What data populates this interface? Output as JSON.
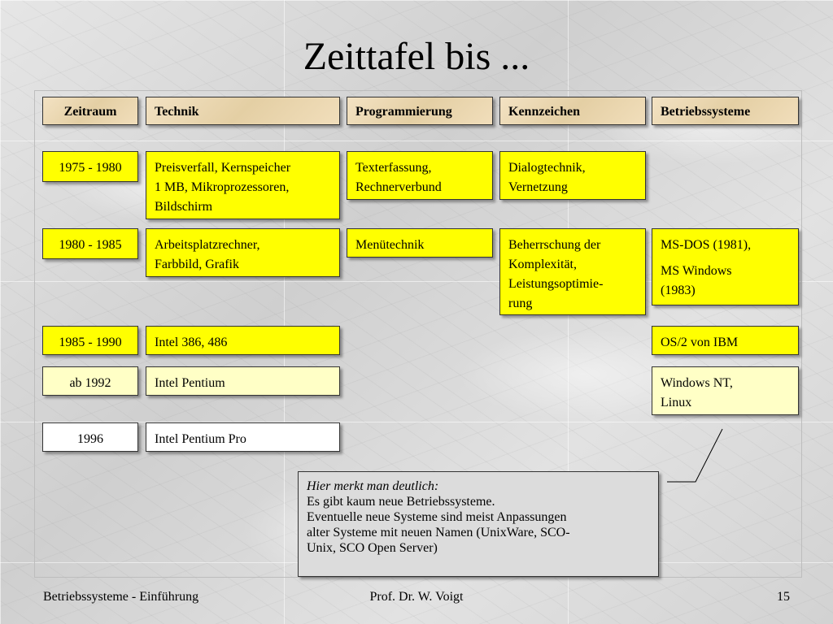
{
  "title": "Zeittafel bis ...",
  "headers": {
    "zeitraum": "Zeitraum",
    "technik": "Technik",
    "programmierung": "Programmierung",
    "kennzeichen": "Kennzeichen",
    "betriebssysteme": "Betriebssysteme"
  },
  "rows": [
    {
      "zeitraum": "1975 - 1980",
      "technik": [
        "Preisverfall, Kernspeicher",
        "1 MB, Mikroprozessoren,",
        "Bildschirm"
      ],
      "programmierung": [
        "Texterfassung,",
        "Rechnerverbund"
      ],
      "kennzeichen": [
        "Dialogtechnik,",
        "Vernetzung"
      ]
    },
    {
      "zeitraum": "1980 - 1985",
      "technik": [
        "Arbeitsplatzrechner,",
        "Farbbild, Grafik"
      ],
      "programmierung": [
        "Menütechnik"
      ],
      "kennzeichen": [
        "Beherrschung der",
        "Komplexität,",
        "Leistungsoptimie-",
        "rung"
      ],
      "betriebssysteme": [
        "MS-DOS (1981),",
        "MS Windows",
        "(1983)"
      ]
    },
    {
      "zeitraum": "1985 - 1990",
      "technik": [
        "Intel 386, 486"
      ],
      "betriebssysteme": [
        "OS/2 von IBM"
      ]
    },
    {
      "zeitraum": "ab 1992",
      "technik": [
        "Intel Pentium"
      ],
      "betriebssysteme": [
        "Windows NT,",
        "Linux"
      ]
    },
    {
      "zeitraum": "1996",
      "technik": [
        "Intel Pentium Pro"
      ]
    }
  ],
  "note": {
    "intro": "Hier merkt man deutlich:",
    "lines": [
      "Es gibt kaum neue Betriebssysteme.",
      "Eventuelle neue Systeme sind meist Anpassungen",
      "alter Systeme mit neuen Namen (UnixWare, SCO-",
      "Unix, SCO Open Server)"
    ]
  },
  "footer": {
    "left": "Betriebssysteme - Einführung",
    "center": "Prof. Dr. W. Voigt",
    "page_number": "15"
  },
  "colors": {
    "highlight": "#ffff00",
    "light_highlight": "#ffffc6",
    "header_fill": "#e4cfa4",
    "note_fill": "#dcdcdc"
  }
}
